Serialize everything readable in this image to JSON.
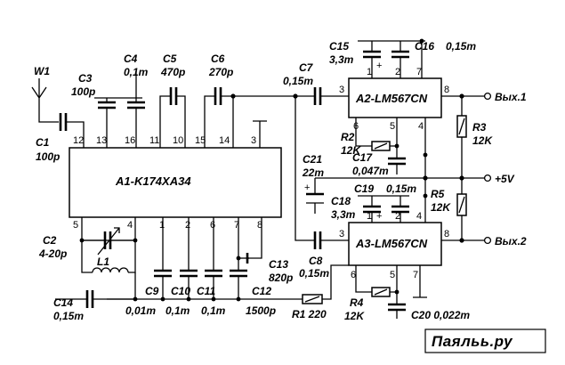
{
  "ics": {
    "a1": "A1-K174XA34",
    "a2": "A2-LM567CN",
    "a3": "A3-LM567CN"
  },
  "components": {
    "w1": "W1",
    "c1_ref": "C1",
    "c1_val": "100p",
    "c2_ref": "C2",
    "c2_val": "4-20p",
    "c3_ref": "C3",
    "c3_val": "100p",
    "c4_ref": "C4",
    "c4_val": "0,1m",
    "c5_ref": "C5",
    "c5_val": "470p",
    "c6_ref": "C6",
    "c6_val": "270p",
    "c7_ref": "C7",
    "c7_val": "0,15m",
    "c8_ref": "C8",
    "c8_val": "0,15m",
    "c9": "C9",
    "c9_val": "0,01m",
    "c10": "C10",
    "c10_val": "0,1m",
    "c11": "C11",
    "c11_val": "0,1m",
    "c12": "C12",
    "c12_val": "1500p",
    "c13_ref": "C13",
    "c13_val": "820p",
    "c14_ref": "C14",
    "c14_val": "0,15m",
    "c15_ref": "C15",
    "c15_val": "3,3m",
    "c16_ref": "C16",
    "c16_val": "0,15m",
    "c17_ref": "C17",
    "c17_val": "0,047m",
    "c18_ref": "C18",
    "c18_val": "3,3m",
    "c19_ref": "C19",
    "c19_val": "0,15m",
    "c20": "C20 0,022m",
    "c21_ref": "C21",
    "c21_val": "22m",
    "l1": "L1",
    "r1": "R1 220",
    "r2_ref": "R2",
    "r2_val": "12K",
    "r3_ref": "R3",
    "r3_val": "12K",
    "r4_ref": "R4",
    "r4_val": "12K",
    "r5_ref": "R5",
    "r5_val": "12K"
  },
  "pins": {
    "a1_top": [
      "12",
      "13",
      "16",
      "11",
      "10",
      "15",
      "14",
      "3"
    ],
    "a1_bottom": [
      "5",
      "4",
      "1",
      "2",
      "6",
      "7",
      "8"
    ],
    "a2": [
      "3",
      "8",
      "6",
      "5",
      "4",
      "1",
      "2",
      "7"
    ],
    "a3": [
      "3",
      "8",
      "6",
      "5",
      "7",
      "1",
      "2",
      "4"
    ],
    "polarity_plus": "+"
  },
  "terminals": {
    "out1": "Вых.1",
    "out2": "Вых.2",
    "vcc": "+5V"
  },
  "watermark": "Паяльь.ру"
}
